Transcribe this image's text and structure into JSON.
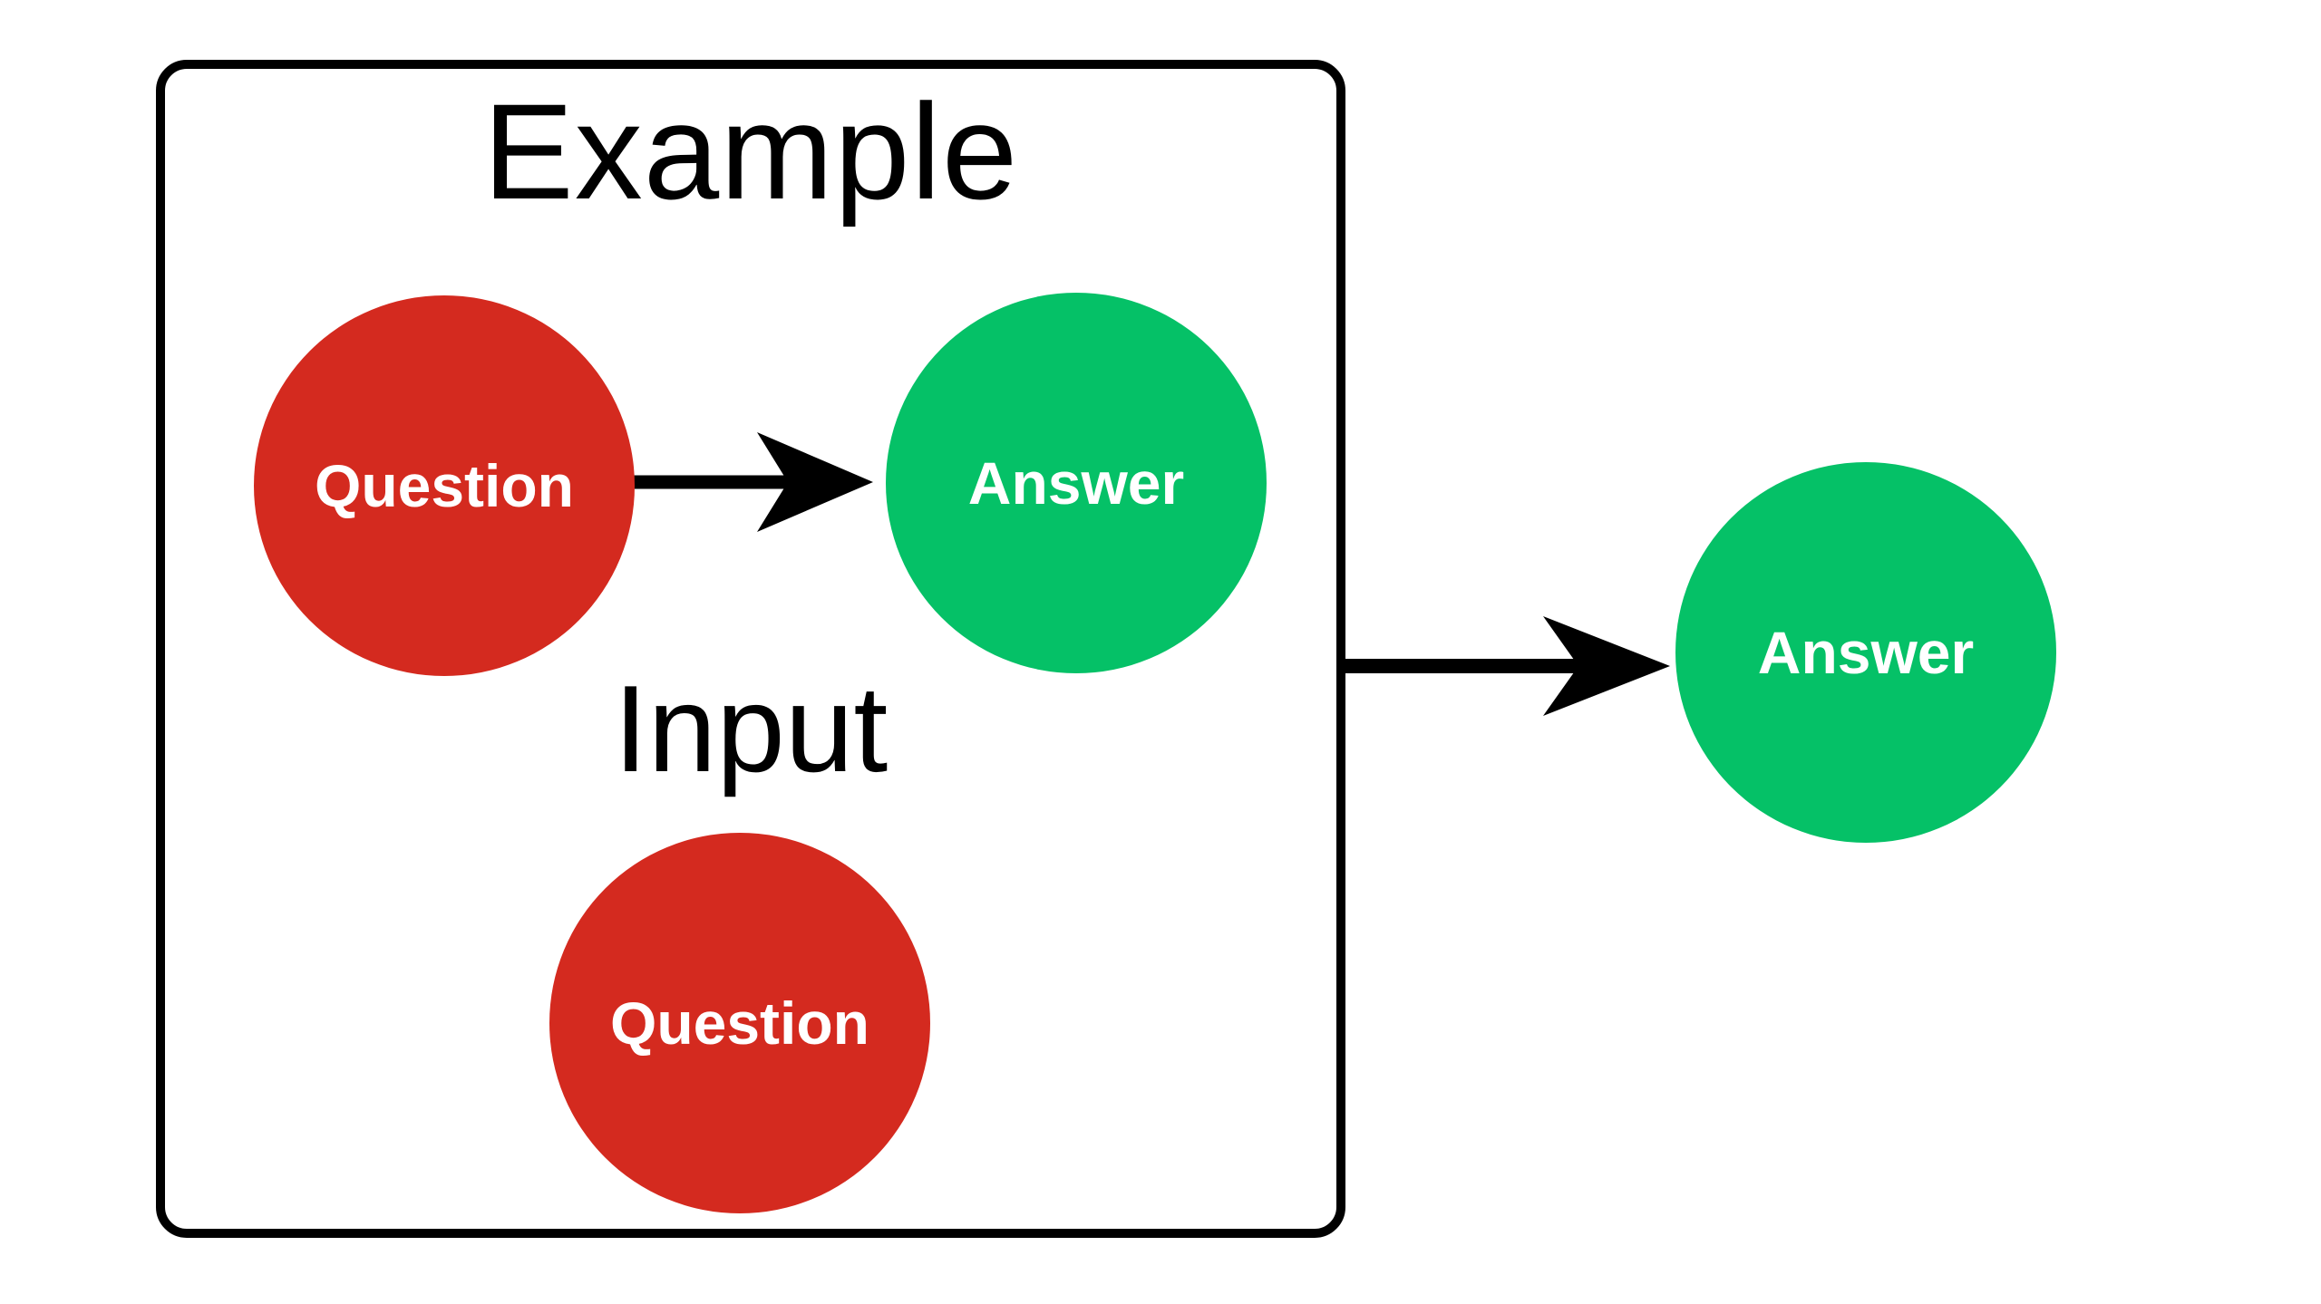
{
  "diagram": {
    "group_box": {
      "title": "Example",
      "input_label": "Input"
    },
    "nodes": {
      "example_question": {
        "label": "Question"
      },
      "example_answer": {
        "label": "Answer"
      },
      "input_question": {
        "label": "Question"
      },
      "output_answer": {
        "label": "Answer"
      }
    },
    "edges": [
      {
        "from": "example_question",
        "to": "example_answer"
      },
      {
        "from": "group_box",
        "to": "output_answer"
      }
    ],
    "colors": {
      "question_fill": "#d42a1f",
      "answer_fill": "#05c167",
      "node_text": "#ffffff",
      "heading_text": "#000000",
      "arrow": "#000000",
      "box_border": "#000000",
      "background": "#ffffff"
    }
  }
}
